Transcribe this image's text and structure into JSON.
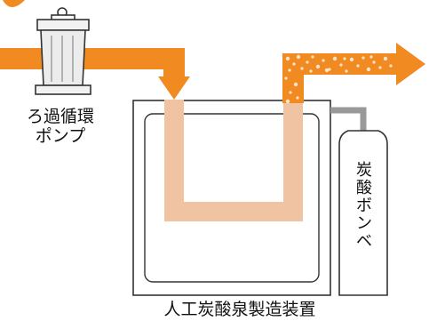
{
  "labels": {
    "pump": [
      "ろ過循環",
      "ポンプ"
    ],
    "device": "人工炭酸泉製造装置",
    "cylinder": [
      "炭",
      "酸",
      "ボ",
      "ン",
      "ベ"
    ]
  },
  "colors": {
    "flow": "#f28a22",
    "flow_inner": "#f0c3a2",
    "bubble": "#fde4cc",
    "tank_outline": "#333333",
    "gas_pipe": "#999999",
    "pump_body": "#e9e9e9"
  }
}
